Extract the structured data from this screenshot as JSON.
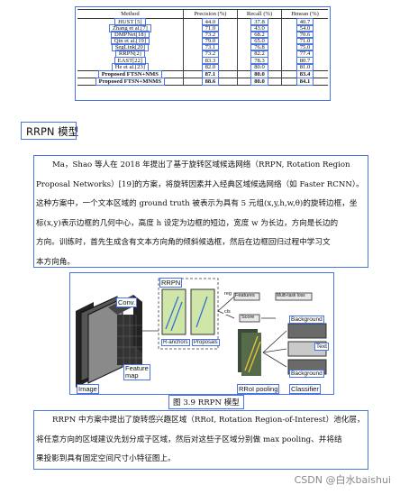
{
  "table": {
    "headers": [
      "Method",
      "Precision (%)",
      "Recall (%)",
      "Hmean (%)"
    ],
    "rows": [
      [
        "HUST [5]",
        "44.0",
        "37.8",
        "40.7"
      ],
      [
        "Zhang et al.[7]",
        "71.0",
        "43.0",
        "54.0"
      ],
      [
        "DMPNet[18]",
        "73.2",
        "68.2",
        "70.6"
      ],
      [
        "Qin et al.[19]",
        "79.0",
        "65.0",
        "71.0"
      ],
      [
        "SegLink[20]",
        "73.1",
        "76.8",
        "75.0"
      ],
      [
        "RRPN[2]",
        "73.2",
        "82.2",
        "77.4"
      ],
      [
        "EAST[22]",
        "83.3",
        "78.3",
        "80.7"
      ],
      [
        "He et al.[23]",
        "82.0",
        "80.0",
        "81.0"
      ]
    ],
    "proposed": [
      [
        "Proposed FTSN+NMS",
        "87.1",
        "80.0",
        "83.4"
      ],
      [
        "Proposed FTSN+MNMS",
        "88.6",
        "80.0",
        "84.1"
      ]
    ]
  },
  "section_heading": "RRPN 模型",
  "para1": [
    "Ma，Shao 等人在 2018 年提出了基于旋转区域候选网络（RRPN, Rotation Region",
    "Proposal Networks）[19]的方案，将旋转因素并入经典区域候选网络（如 Faster RCNN）。",
    "这种方案中，一个文本区域的 ground truth 被表示为具有 5 元组(x,y,h,w,θ)的旋转边框，坐",
    "标(x,y)表示边框的几何中心，高度 h 设定为边框的短边，宽度 w 为长边，方向是长边的",
    "方向。训练时，首先生成含有文本方向角的倾斜候选框，然后在边框回归过程中学习文",
    "本方向角。"
  ],
  "figure": {
    "labels": {
      "rrpn": "RRPN",
      "conv": "Conv.",
      "feature_map": "Feature map",
      "image": "Image",
      "r_anchors": "R-anchors",
      "proposals": "Proposals",
      "reg": "reg",
      "cls": "cls",
      "features": "Features",
      "multi_task": "Multi-task loss",
      "score": "Score",
      "rroi": "RRoI pooling",
      "background1": "Background",
      "text": "Text",
      "background2": "Background",
      "classifier": "Classifier"
    },
    "caption": "图 3.9 RRPN 模型"
  },
  "para2": [
    "RRPN 中方案中提出了旋转感兴趣区域（RRoI, Rotation Region-of-Interest）池化层，",
    "将任意方向的区域建议先划分成子区域，然后对这些子区域分别做 max pooling、并将结",
    "果投影到具有固定空间尺寸小特征图上。"
  ],
  "watermark": "CSDN @白水baishui"
}
